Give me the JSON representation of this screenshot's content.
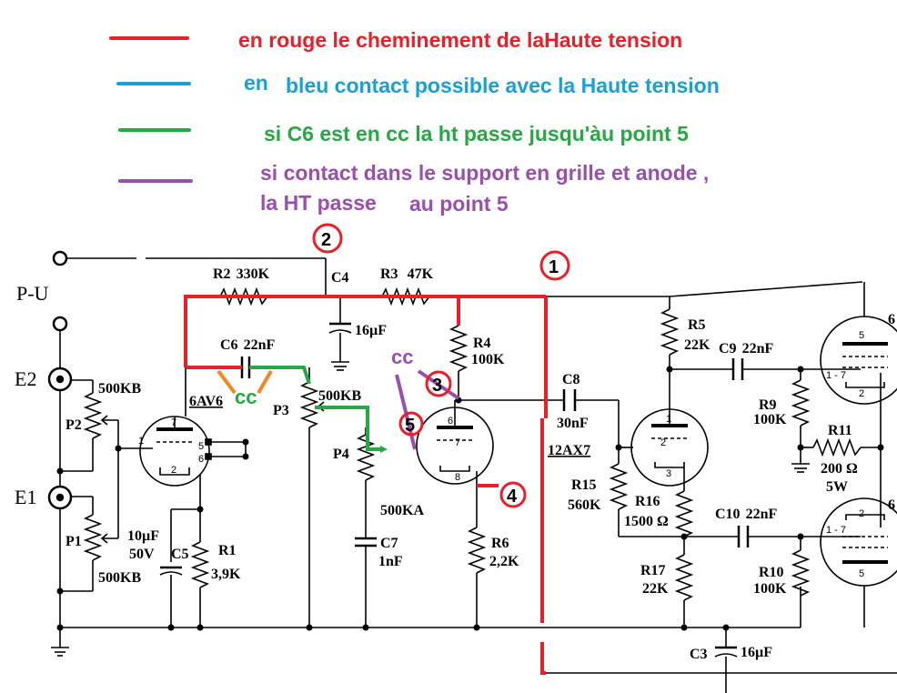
{
  "legend": {
    "red": {
      "color": "#e8202a",
      "text": "en  rouge le cheminement de laHaute tension"
    },
    "blue": {
      "color": "#1aa0d8",
      "text_a": "en",
      "text_b": "bleu contact possible avec la Haute tension"
    },
    "green": {
      "color": "#25a845",
      "text": "si C6 est en cc la ht passe jusqu'àu point 5"
    },
    "purple": {
      "color": "#9a4fb0",
      "text_a": "si contact  dans le support en grille et anode ,",
      "text_b": "la HT passe",
      "text_c": "au point 5"
    }
  },
  "circuit": {
    "inputs": {
      "pu": "P-U",
      "e2": "E2",
      "e1": "E1"
    },
    "tubes": {
      "v1": "6AV6",
      "v2": "12AX7"
    },
    "components": {
      "r1_name": "R1",
      "r1_val": "3,9K",
      "r2_name": "R2",
      "r2_val": "330K",
      "r3_name": "R3",
      "r3_val": "47K",
      "r4_name": "R4",
      "r4_val": "100K",
      "r5_name": "R5",
      "r5_val": "22K",
      "r6_name": "R6",
      "r6_val": "2,2K",
      "r9_name": "R9",
      "r9_val": "100K",
      "r10_name": "R10",
      "r10_val": "100K",
      "r11_name": "R11",
      "r11_val": "200 Ω",
      "r11_w": "5W",
      "r15_name": "R15",
      "r15_val": "560K",
      "r16_name": "R16",
      "r16_val": "1500 Ω",
      "r17_name": "R17",
      "r17_val": "22K",
      "c3_name": "C3",
      "c3_val": "16µF",
      "c4_name": "C4",
      "c4_val": "16µF",
      "c5_name": "C5",
      "c5_val1": "10µF",
      "c5_val2": "50V",
      "c6_name": "C6",
      "c6_val": "22nF",
      "c7_name": "C7",
      "c7_val": "1nF",
      "c8_name": "C8",
      "c8_val": "30nF",
      "c9_name": "C9",
      "c9_val": "22nF",
      "c10_name": "C10",
      "c10_val": "22nF",
      "p1_name": "P1",
      "p1_val": "500KB",
      "p2_name": "P2",
      "p2_val": "500KB",
      "p3_name": "P3",
      "p3_val": "500KB",
      "p4_name": "P4",
      "p4_val": "500KA"
    },
    "markers": [
      "1",
      "2",
      "3",
      "4",
      "5"
    ],
    "cc_labels": {
      "orange_cc": "cc",
      "purple_cc": "cc"
    },
    "pins": {
      "p7a": "7",
      "p1a": "1",
      "p5a": "5",
      "p6a": "6",
      "p2a": "2",
      "p6b": "6",
      "p7b": "7",
      "p8b": "8",
      "p1c": "1",
      "p2c": "2",
      "p3c": "3",
      "p5d": "5",
      "p17d": "1 - 7",
      "p2d": "2",
      "p2e": "2",
      "p17e": "1 - 7",
      "p5e": "5",
      "p6d": "6",
      "p6e": "6"
    }
  }
}
